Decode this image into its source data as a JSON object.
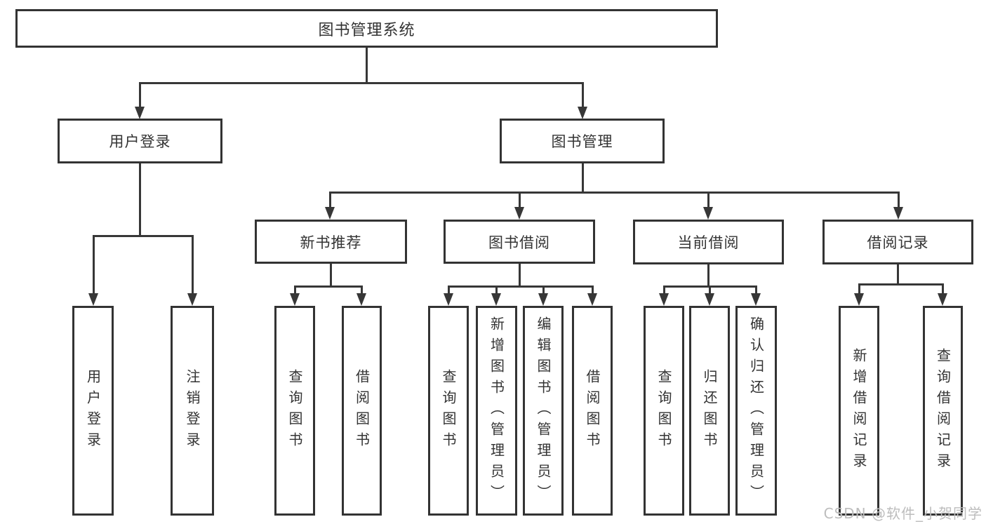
{
  "tree": {
    "label": "图书管理系统",
    "children": [
      {
        "label": "用户登录",
        "children": [
          {
            "label": "用户登录"
          },
          {
            "label": "注销登录"
          }
        ]
      },
      {
        "label": "图书管理",
        "children": [
          {
            "label": "新书推荐",
            "children": [
              {
                "label": "查询图书"
              },
              {
                "label": "借阅图书"
              }
            ]
          },
          {
            "label": "图书借阅",
            "children": [
              {
                "label": "查询图书"
              },
              {
                "label": "新增图书（管理员）"
              },
              {
                "label": "编辑图书（管理员）"
              },
              {
                "label": "借阅图书"
              }
            ]
          },
          {
            "label": "当前借阅",
            "children": [
              {
                "label": "查询图书"
              },
              {
                "label": "归还图书"
              },
              {
                "label": "确认归还（管理员）"
              }
            ]
          },
          {
            "label": "借阅记录",
            "children": [
              {
                "label": "新增借阅记录"
              },
              {
                "label": "查询借阅记录"
              }
            ]
          }
        ]
      }
    ]
  },
  "watermark": {
    "text": "CSDN @软件_小贺同学"
  },
  "colors": {
    "line": "#373737",
    "border": "#333333",
    "text": "#333333",
    "watermark": "#bdbdbd",
    "background": "#ffffff"
  }
}
